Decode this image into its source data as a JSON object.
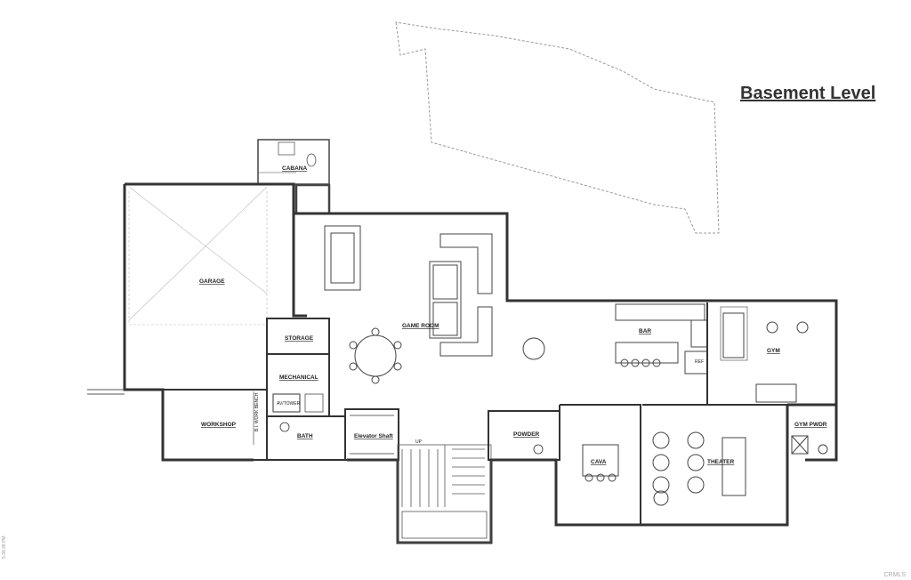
{
  "title": "Basement Level",
  "rooms": {
    "cabana": "CABANA",
    "garage": "GARAGE",
    "game_room": "GAME ROOM",
    "storage": "STORAGE",
    "mechanical": "MECHANICAL",
    "av_tower": "AV/TOWER",
    "workshop": "WORKSHOP",
    "work_bench": "B.I. WORK BENCH",
    "bath": "BATH",
    "elevator": "Elevator Shaft",
    "powder": "POWDER",
    "bar": "BAR",
    "gym": "GYM",
    "gym_pwdr": "GYM PWDR",
    "cava": "CAVA",
    "theater": "THEATER",
    "stair_up": "UP",
    "ref": "REF"
  },
  "watermark": "CRMLS",
  "side_note": "5:38:28 PM"
}
